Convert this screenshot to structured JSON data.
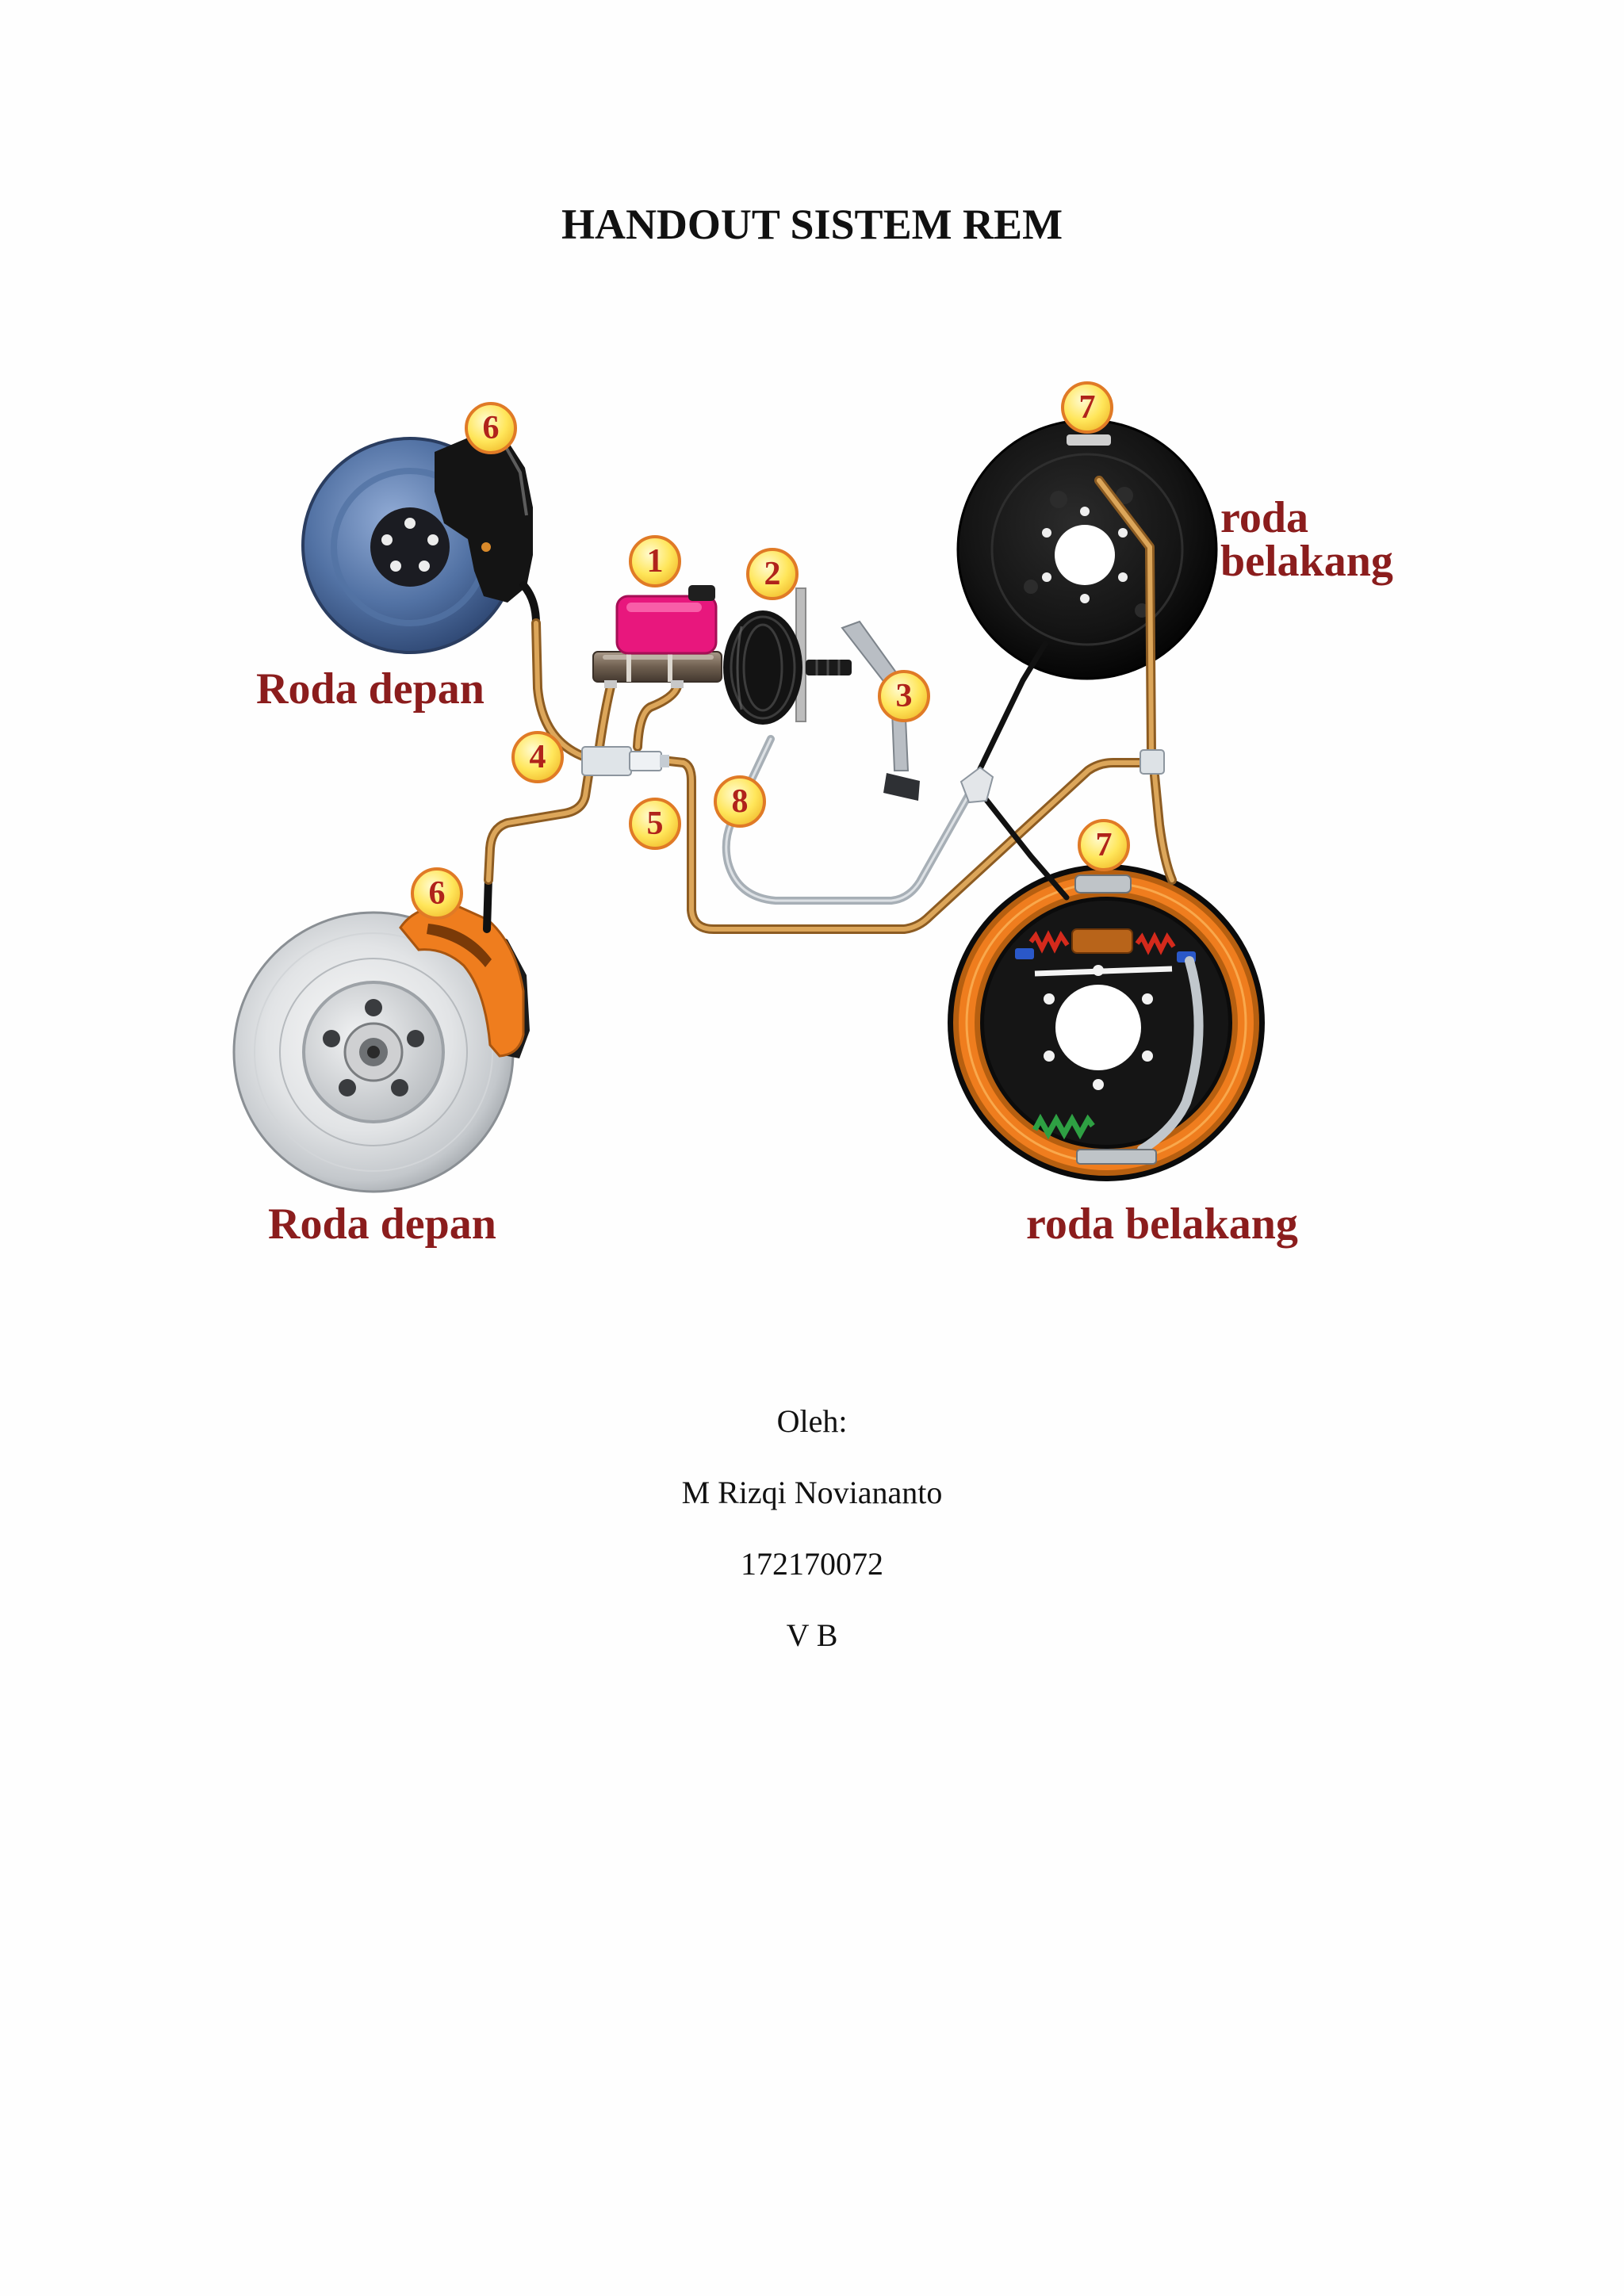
{
  "document": {
    "title": "HANDOUT SISTEM REM",
    "author": {
      "by_label": "Oleh:",
      "name": "M Rizqi Noviananto",
      "student_id": "172170072",
      "class": "V B"
    }
  },
  "figure": {
    "labels": {
      "front_upper": "Roda depan",
      "rear_upper_line1": "roda",
      "rear_upper_line2": "belakang",
      "front_lower": "Roda depan",
      "rear_lower": "roda belakang"
    },
    "callouts": [
      "6",
      "7",
      "1",
      "2",
      "3",
      "4",
      "5",
      "8",
      "7",
      "6"
    ]
  },
  "colors": {
    "label_text": "#8b1d1d",
    "callout_fill": "#ffe65a",
    "callout_ring": "#e07a26",
    "callout_text": "#b0231b",
    "brake_line": "#dca65a",
    "reservoir": "#e8177d",
    "caliper": "#ef7d1e"
  }
}
